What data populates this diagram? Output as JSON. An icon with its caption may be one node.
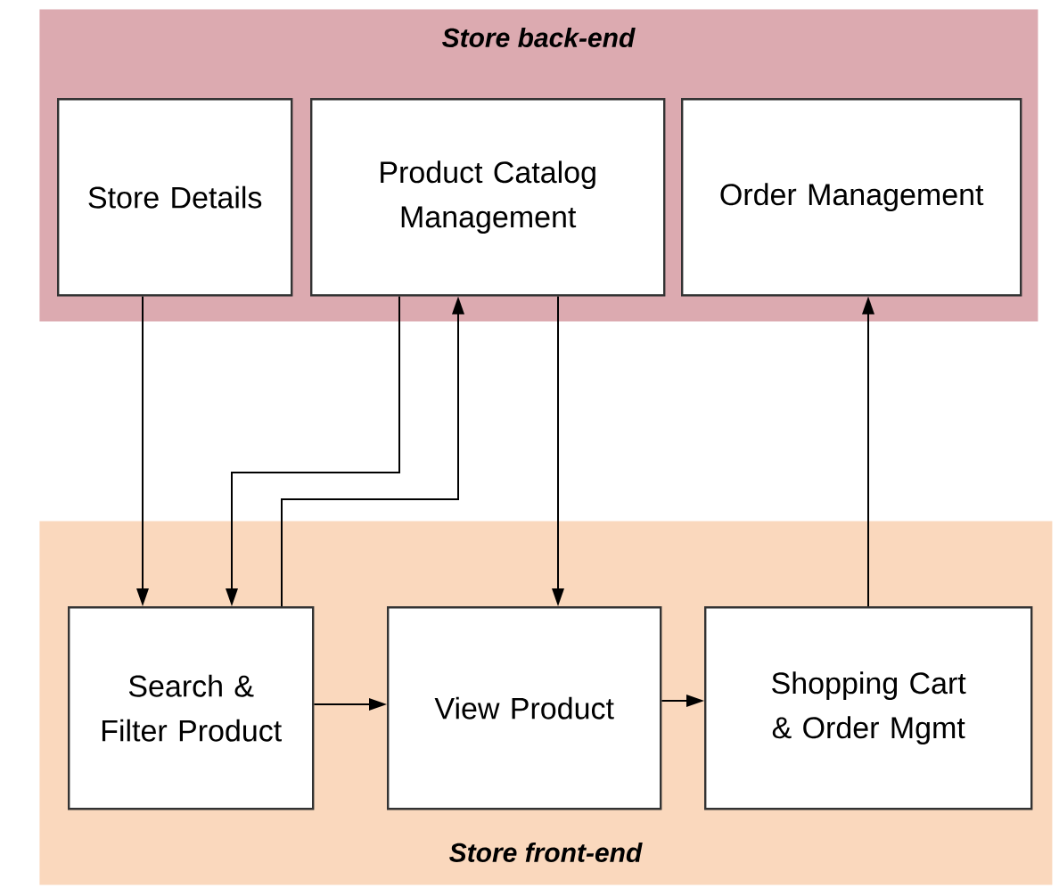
{
  "diagram": {
    "nodes": [
      {
        "text": [
          "Store back-end"
        ]
      },
      {
        "text": [
          "Store Details"
        ],
        "in": 0
      },
      {
        "text": [
          "Product Catalog Management"
        ],
        "in": 0
      },
      {
        "text": [
          "Order Management"
        ],
        "in": 0
      },
      {
        "text": [
          "Store front-end"
        ]
      },
      {
        "text": [
          "Search & Filter Product"
        ],
        "in": 4
      },
      {
        "text": [
          "View Product"
        ],
        "in": 4
      },
      {
        "text": [
          "Shopping Cart & Order Mgmt"
        ],
        "in": 4
      }
    ],
    "edges": [
      {
        "from": 1,
        "to": 5,
        "arrow": "to"
      },
      {
        "from": 2,
        "to": 5,
        "arrow": "to"
      },
      {
        "from": 5,
        "to": 2,
        "arrow": "to"
      },
      {
        "from": 2,
        "to": 6,
        "arrow": "to"
      },
      {
        "from": 5,
        "to": 6,
        "arrow": "to"
      },
      {
        "from": 6,
        "to": 7,
        "arrow": "to"
      },
      {
        "from": 7,
        "to": 3,
        "arrow": "to"
      }
    ]
  }
}
